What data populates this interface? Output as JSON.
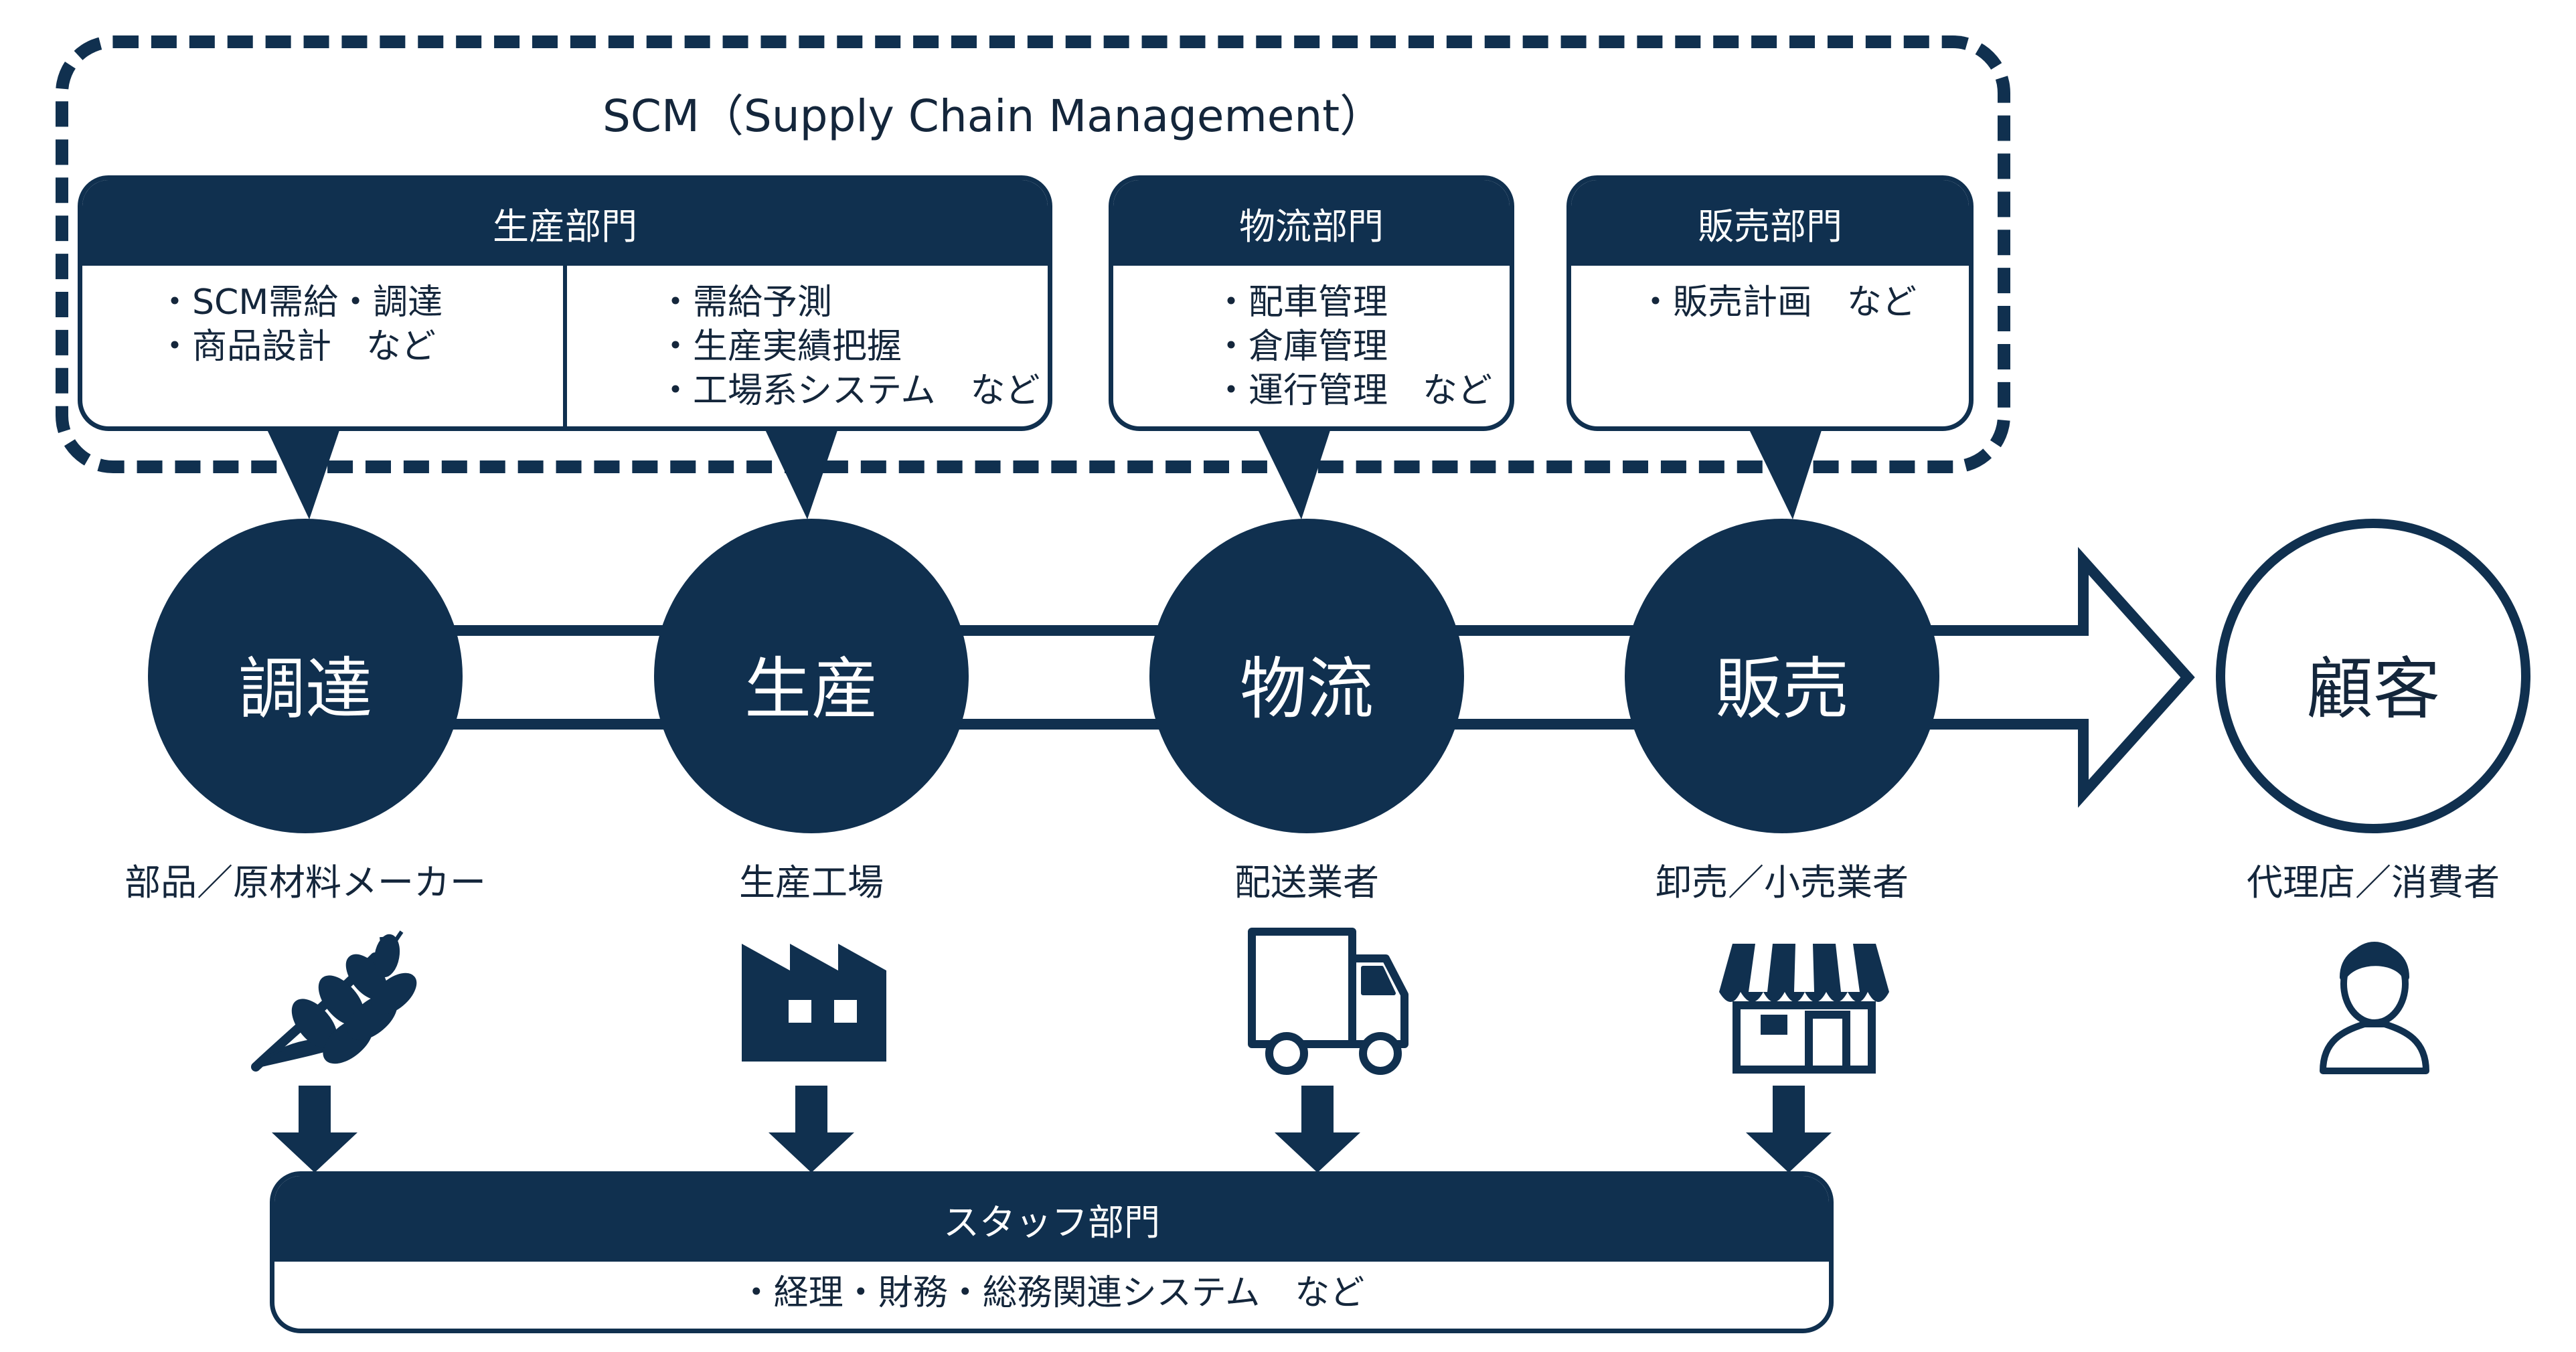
{
  "scm": {
    "title": "SCM（Supply Chain Management）"
  },
  "departments": {
    "production": {
      "title": "生産部門",
      "left_items": [
        "・SCM需給・調達",
        "・商品設計　など"
      ],
      "right_items": [
        "・需給予測",
        "・生産実績把握",
        "・工場系システム　など"
      ]
    },
    "logistics": {
      "title": "物流部門",
      "items": [
        "・配車管理",
        "・倉庫管理",
        "・運行管理　など"
      ]
    },
    "sales": {
      "title": "販売部門",
      "items": [
        "・販売計画　など"
      ]
    },
    "staff": {
      "title": "スタッフ部門",
      "items": [
        "・経理・財務・総務関連システム　など"
      ]
    }
  },
  "flow": {
    "stages": [
      {
        "name": "調達",
        "actor": "部品／原材料メーカー",
        "icon": "wheat-icon"
      },
      {
        "name": "生産",
        "actor": "生産工場",
        "icon": "factory-icon"
      },
      {
        "name": "物流",
        "actor": "配送業者",
        "icon": "truck-icon"
      },
      {
        "name": "販売",
        "actor": "卸売／小売業者",
        "icon": "store-icon"
      }
    ],
    "customer": {
      "name": "顧客",
      "actor": "代理店／消費者",
      "icon": "person-icon"
    }
  },
  "colors": {
    "navy": "#10304f",
    "white": "#ffffff",
    "text": "#14263b"
  }
}
